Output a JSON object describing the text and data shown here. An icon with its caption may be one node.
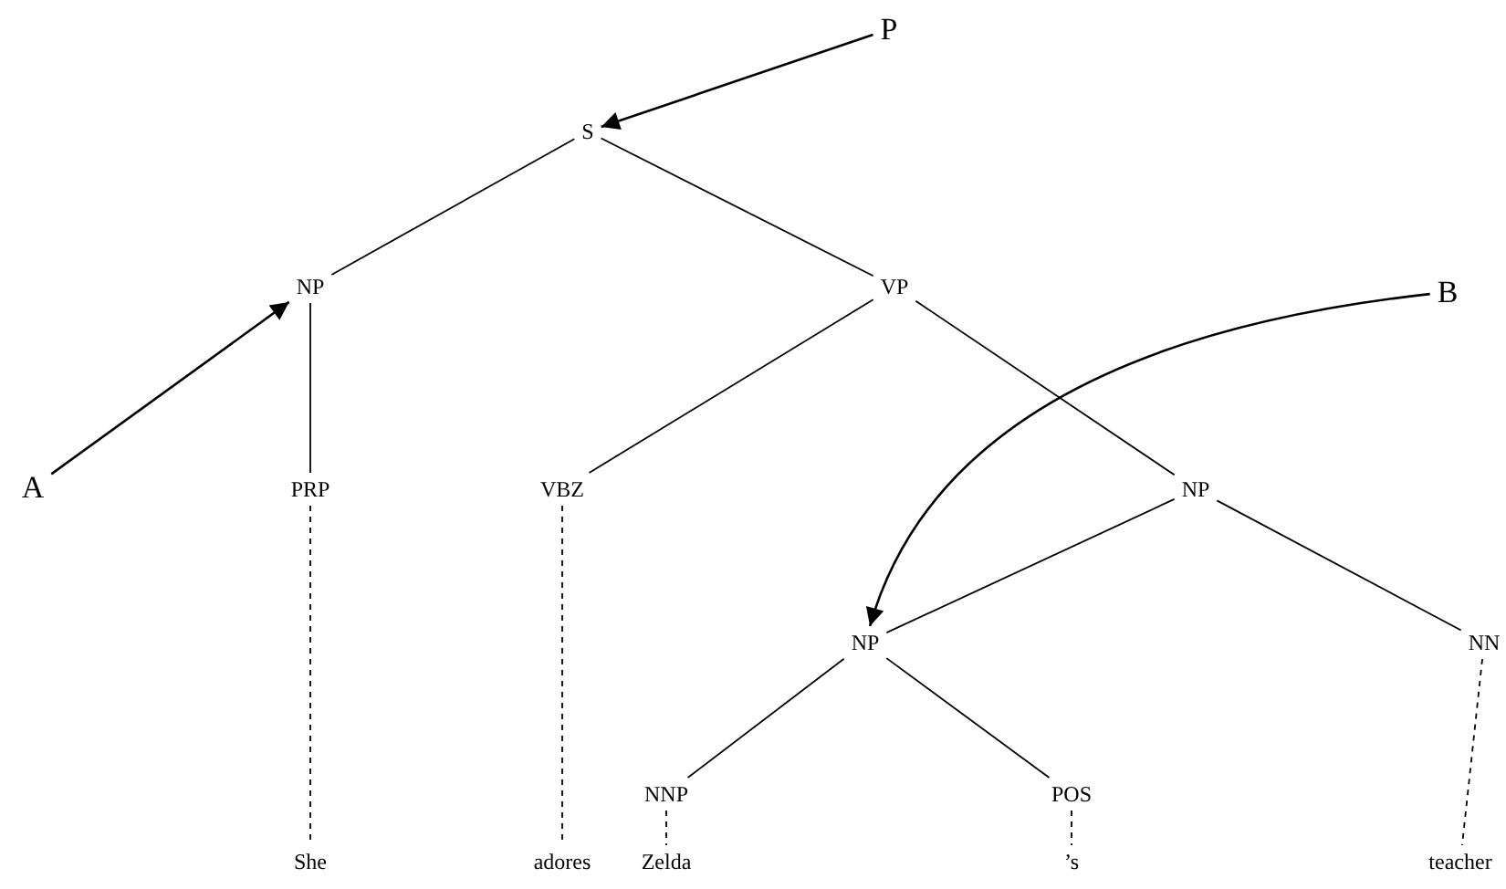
{
  "diagram": {
    "nodes": [
      {
        "text": [
          "P"
        ]
      },
      {
        "text": [
          "S"
        ]
      },
      {
        "text": [
          "B"
        ]
      },
      {
        "text": [
          "NP"
        ]
      },
      {
        "text": [
          "VP"
        ]
      },
      {
        "text": [
          "A"
        ]
      },
      {
        "text": [
          "PRP"
        ]
      },
      {
        "text": [
          "VBZ"
        ]
      },
      {
        "text": [
          "NP"
        ]
      },
      {
        "text": [
          "NP"
        ]
      },
      {
        "text": [
          "NN"
        ]
      },
      {
        "text": [
          "NNP"
        ]
      },
      {
        "text": [
          "POS"
        ]
      },
      {
        "text": [
          "She"
        ]
      },
      {
        "text": [
          "adores"
        ]
      },
      {
        "text": [
          "Zelda"
        ]
      },
      {
        "text": [
          "’s"
        ]
      },
      {
        "text": [
          "teacher"
        ]
      }
    ],
    "edges": [
      {
        "from": 0,
        "to": 1,
        "arrow": "to"
      },
      {
        "from": 1,
        "to": 3,
        "arrow": "none"
      },
      {
        "from": 1,
        "to": 4,
        "arrow": "none"
      },
      {
        "from": 5,
        "to": 3,
        "arrow": "to"
      },
      {
        "from": 2,
        "to": 9,
        "arrow": "to"
      },
      {
        "from": 3,
        "to": 6,
        "arrow": "none"
      },
      {
        "from": 4,
        "to": 7,
        "arrow": "none"
      },
      {
        "from": 4,
        "to": 8,
        "arrow": "none"
      },
      {
        "from": 8,
        "to": 9,
        "arrow": "none"
      },
      {
        "from": 8,
        "to": 10,
        "arrow": "none"
      },
      {
        "from": 9,
        "to": 11,
        "arrow": "none"
      },
      {
        "from": 9,
        "to": 12,
        "arrow": "none"
      },
      {
        "from": 6,
        "to": 13,
        "arrow": "none",
        "style": "dashed"
      },
      {
        "from": 7,
        "to": 14,
        "arrow": "none",
        "style": "dashed"
      },
      {
        "from": 11,
        "to": 15,
        "arrow": "none",
        "style": "dashed"
      },
      {
        "from": 12,
        "to": 16,
        "arrow": "none",
        "style": "dashed"
      },
      {
        "from": 10,
        "to": 17,
        "arrow": "none",
        "style": "dashed"
      }
    ]
  }
}
